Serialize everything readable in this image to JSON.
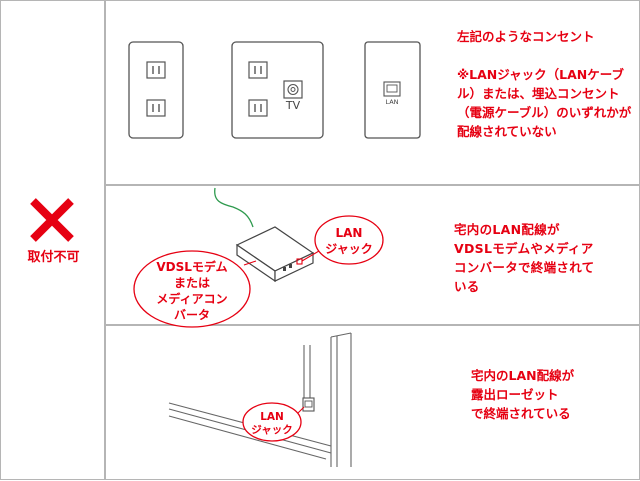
{
  "verdict": {
    "mark_icon": "x-mark-icon",
    "label": "取付不可",
    "color": "#e60012"
  },
  "row1": {
    "description": "左記のようなコンセント\n\n※LANジャック（LANケーブル）または、埋込コンセント（電源ケーブル）のいずれかが配線されていない",
    "outlets": [
      {
        "type": "double-power-outlet"
      },
      {
        "type": "power-outlet-with-tv",
        "tv_label": "TV"
      },
      {
        "type": "lan-outlet",
        "lan_label": "LAN"
      }
    ]
  },
  "row2": {
    "description": "宅内のLAN配線が\nVDSLモデムやメディア\nコンバータで終端されて\nいる",
    "bubble_lan": [
      "LAN",
      "ジャック"
    ],
    "bubble_modem": [
      "VDSLモデム",
      "または",
      "メディアコン",
      "バータ"
    ]
  },
  "row3": {
    "description": "宅内のLAN配線が\n露出ローゼット\nで終端されている",
    "bubble_lan": [
      "LAN",
      "ジャック"
    ]
  },
  "colors": {
    "accent": "#e60012",
    "cable_green": "#2e9a4e",
    "line_gray": "#555555"
  }
}
